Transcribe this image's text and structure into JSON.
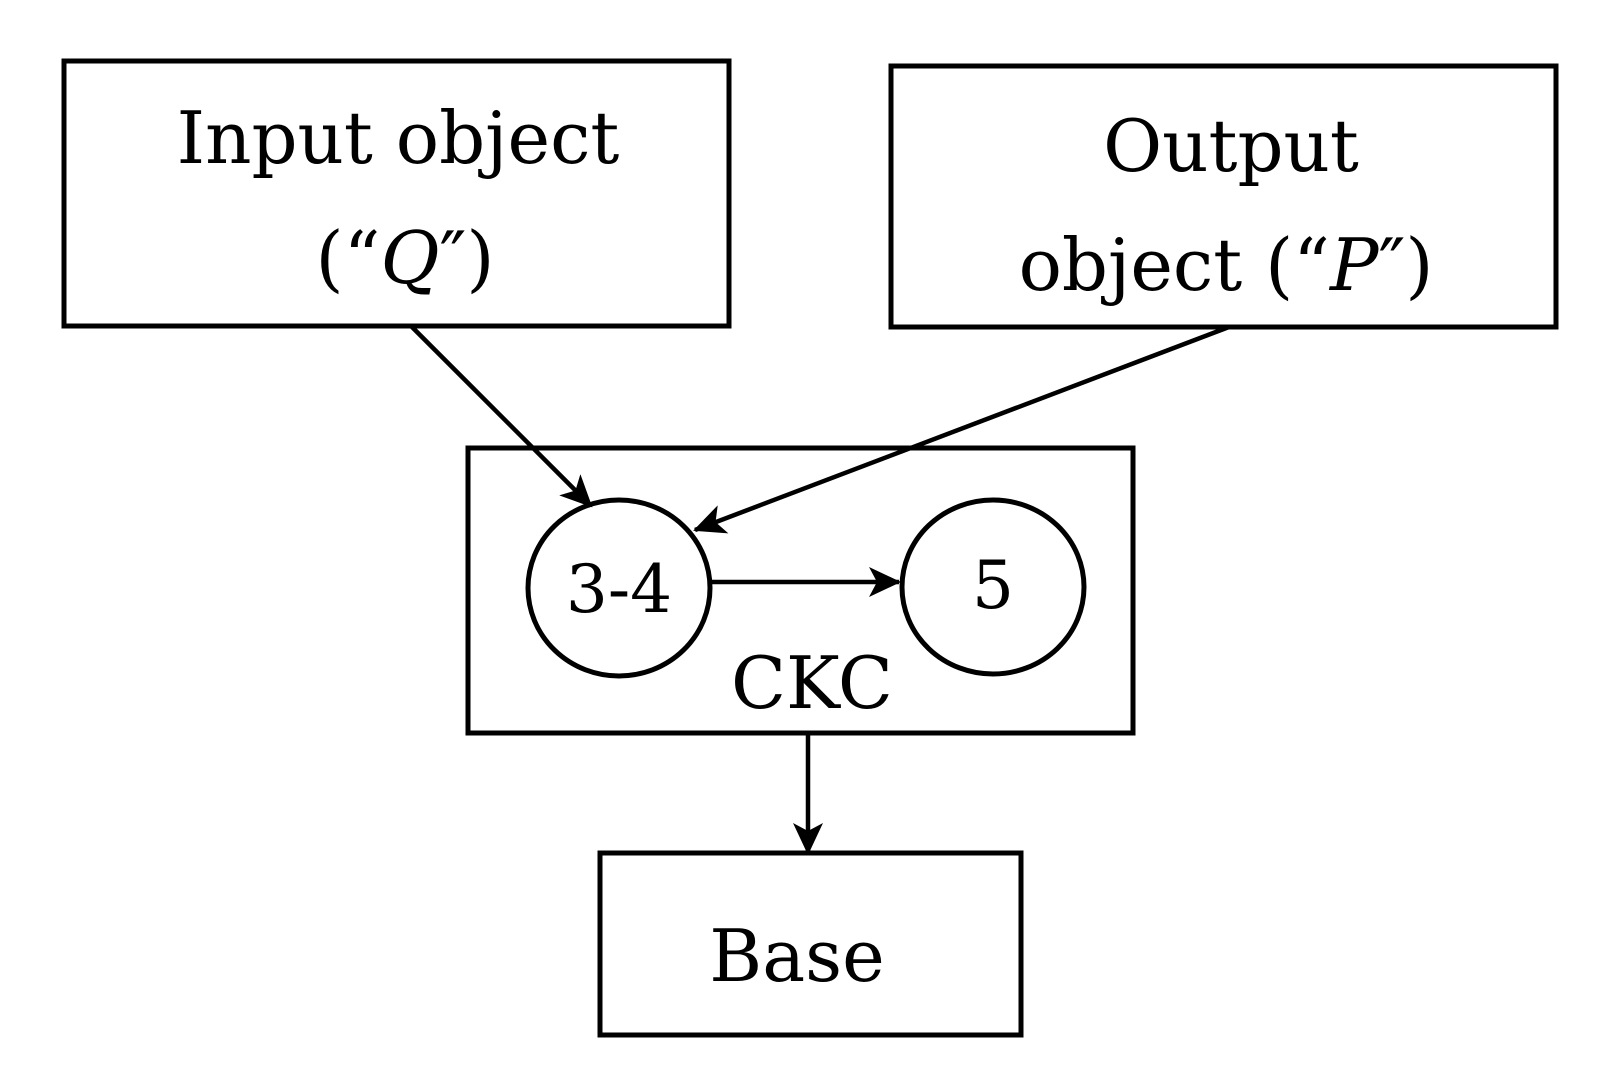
{
  "nodes": {
    "input": {
      "line1": "Input object",
      "line2_open": "(“",
      "line2_var": "Q",
      "line2_close": "″)"
    },
    "output": {
      "line1": "Output",
      "line2_text": "object (“",
      "line2_var": "P",
      "line2_close": "″)"
    },
    "ckc": {
      "label": "CKC",
      "circle_left": "3-4",
      "circle_right": "5"
    },
    "base": {
      "label": "Base"
    }
  },
  "edges": [
    {
      "from": "Input object",
      "to": "3-4"
    },
    {
      "from": "Output object",
      "to": "3-4"
    },
    {
      "from": "3-4",
      "to": "5"
    },
    {
      "from": "CKC",
      "to": "Base"
    }
  ],
  "colors": {
    "stroke": "#000000",
    "background": "#ffffff"
  }
}
